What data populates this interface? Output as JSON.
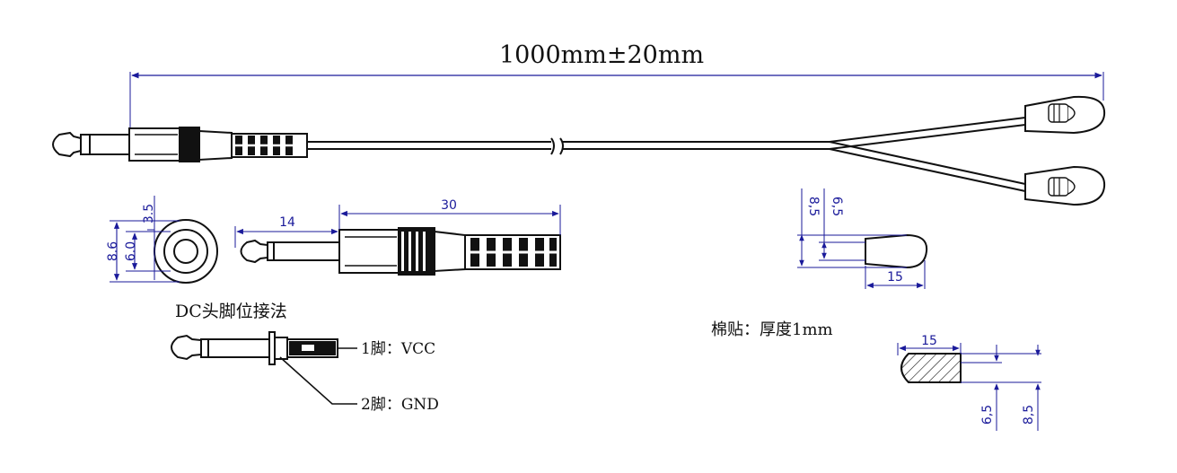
{
  "overall_length": "1000mm±20mm",
  "plug_dims": {
    "tip_len": "14",
    "body_len": "30",
    "dia_outer": "8.6",
    "dia_inner": "6.0",
    "offset": "3.5"
  },
  "wiring": {
    "title": "DC头脚位接法",
    "pin1": "1脚：VCC",
    "pin2": "2脚：GND"
  },
  "sensor_dims": {
    "height_outer": "8,5",
    "height_inner": "6,5",
    "length": "15"
  },
  "pad": {
    "note": "棉贴：厚度1mm",
    "length": "15",
    "height_inner": "6,5",
    "height_outer": "8,5"
  },
  "colors": {
    "line": "#111111",
    "dimension": "#1a1a9a",
    "background": "#ffffff"
  }
}
